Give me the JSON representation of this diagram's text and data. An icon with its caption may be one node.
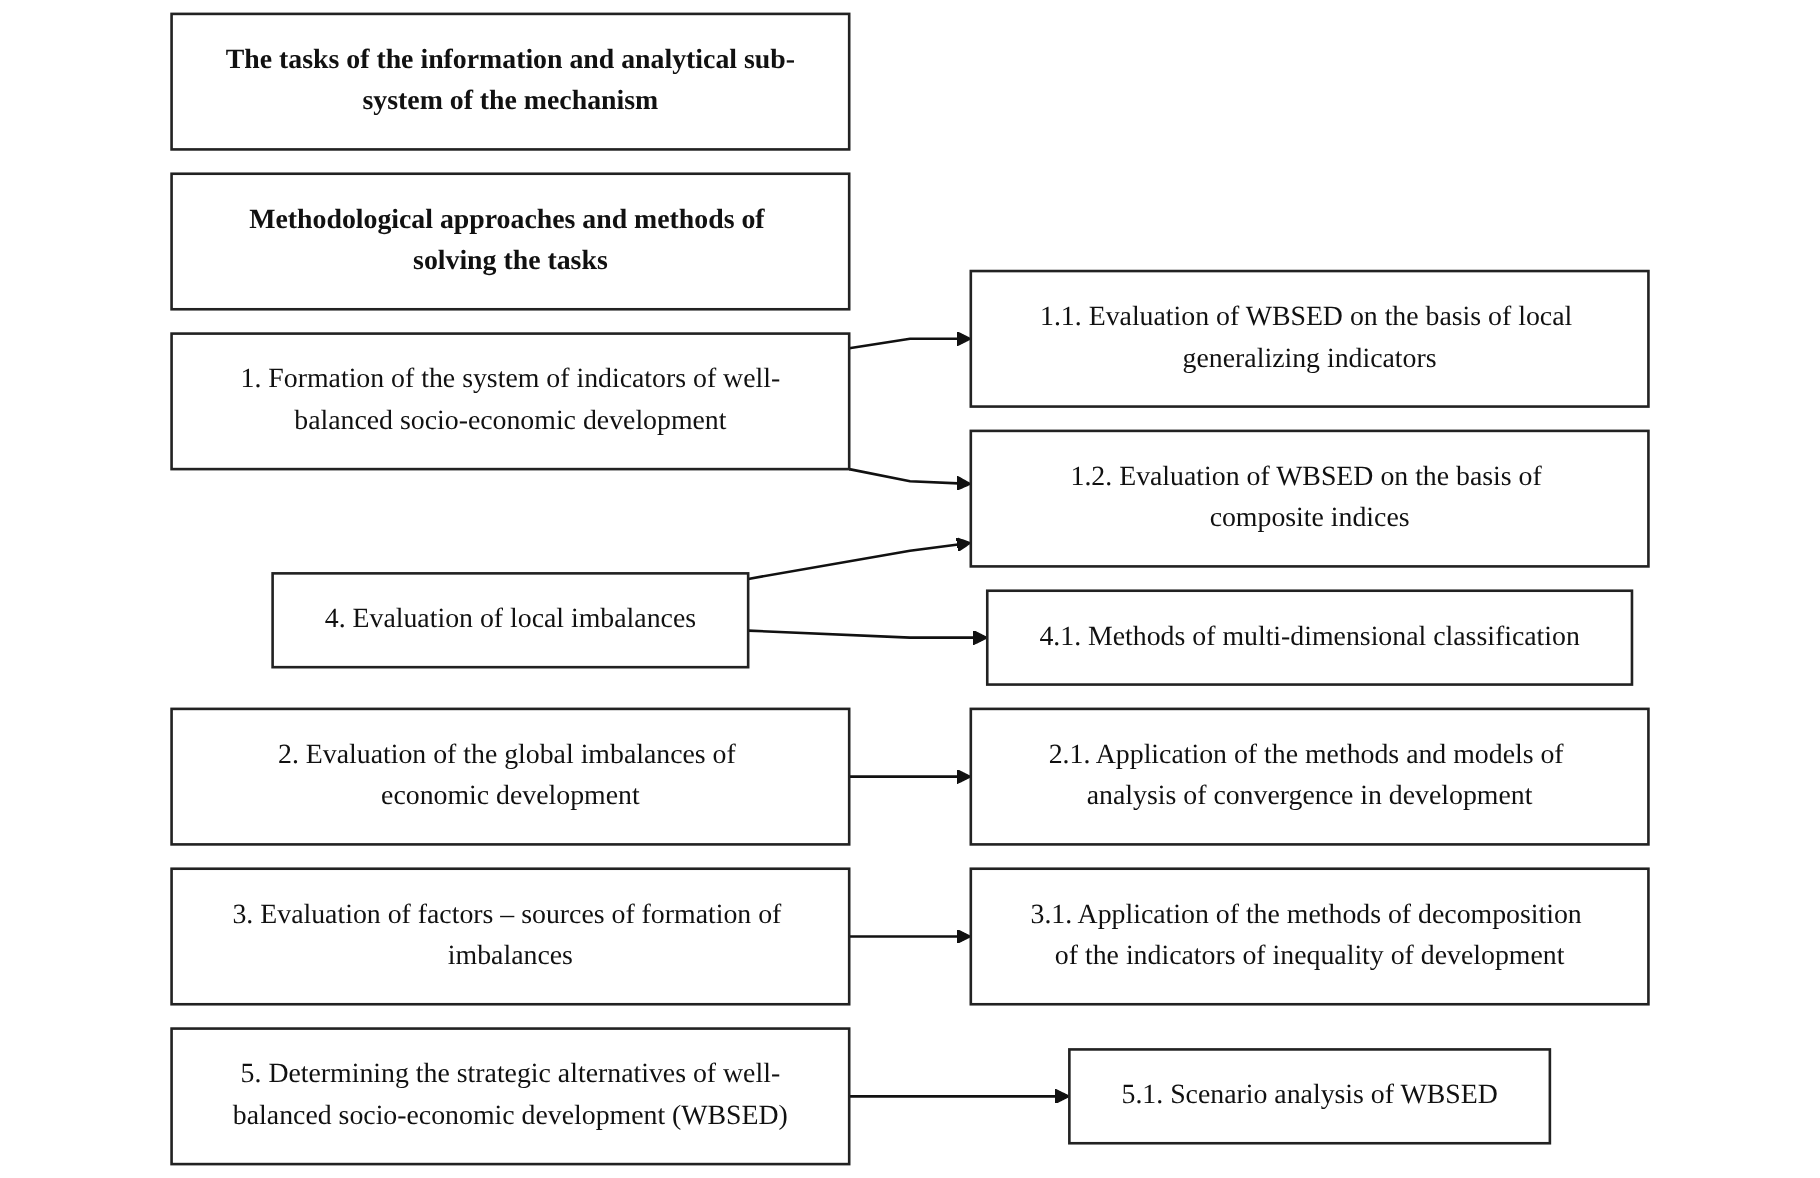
{
  "diagram": {
    "nodes": [
      {
        "text": [
          "The tasks of the information and analytical sub-system of the mechanism"
        ]
      },
      {
        "text": [
          "Methodological approaches and methods of solving the tasks"
        ]
      },
      {
        "text": [
          "1. Formation of the system of indicators of well-balanced socio-economic development"
        ]
      },
      {
        "text": [
          "2. Evaluation of the global imbalances of economic development"
        ]
      },
      {
        "text": [
          "3. Evaluation of factors – sources of formation of imbalances"
        ]
      },
      {
        "text": [
          "4. Evaluation of local imbalances"
        ]
      },
      {
        "text": [
          "5. Determining the strategic alternatives of well-balanced socio-economic development (WBSED)"
        ]
      },
      {
        "text": [
          "1.1. Evaluation of WBSED on the basis of local generalizing indicators"
        ]
      },
      {
        "text": [
          "1.2. Evaluation of WBSED on the basis of composite indices"
        ]
      },
      {
        "text": [
          "2.1. Application of the methods and models of analysis of convergence in development"
        ]
      },
      {
        "text": [
          "3.1. Application of the methods of decomposition of the indicators of inequality of development"
        ]
      },
      {
        "text": [
          "4.1. Methods of multi-dimensional classification"
        ]
      },
      {
        "text": [
          "5.1. Scenario analysis of WBSED"
        ]
      }
    ],
    "edges": [
      {
        "from": 2,
        "to": 7,
        "arrow": "to"
      },
      {
        "from": 2,
        "to": 8,
        "arrow": "to"
      },
      {
        "from": 3,
        "to": 9,
        "arrow": "to"
      },
      {
        "from": 4,
        "to": 10,
        "arrow": "to"
      },
      {
        "from": 5,
        "to": 8,
        "arrow": "to"
      },
      {
        "from": 5,
        "to": 11,
        "arrow": "to"
      },
      {
        "from": 6,
        "to": 12,
        "arrow": "to"
      }
    ]
  }
}
